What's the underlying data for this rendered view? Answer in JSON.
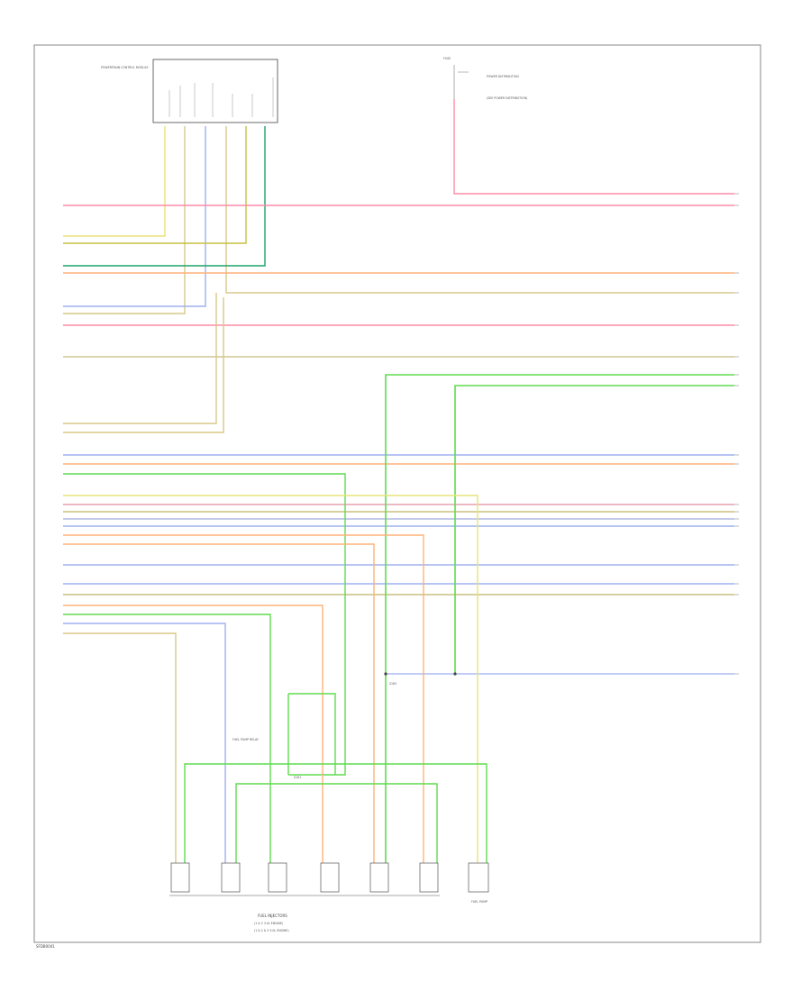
{
  "colors": {
    "pink": "#ff8aa5",
    "orange": "#ffb27a",
    "tan": "#d9c98a",
    "yellow": "#e8e47a",
    "green": "#5fdc4f",
    "dkgreen": "#1fa36a",
    "blue": "#9fb0f0",
    "gray": "#999999",
    "frame": "#888888"
  },
  "labels": {
    "module": "POWERTRAIN CONTROL MODULE",
    "fuse": "FUSE",
    "fuse_note": "POWER DISTRIBUTION",
    "fuse_note2": "(SEE POWER DISTRIBUTION)",
    "injectors": "FUEL INJECTORS",
    "inj_note1": "(1 & 2 3.0L ENGINE)",
    "inj_note2": "(1 & 2 & 3 3.0L ENGINE)",
    "splice": "S163",
    "splice2": "S161",
    "relay": "FUEL PUMP RELAY",
    "fuel_module": "FUEL PUMP",
    "footer": "SFDB0041"
  }
}
